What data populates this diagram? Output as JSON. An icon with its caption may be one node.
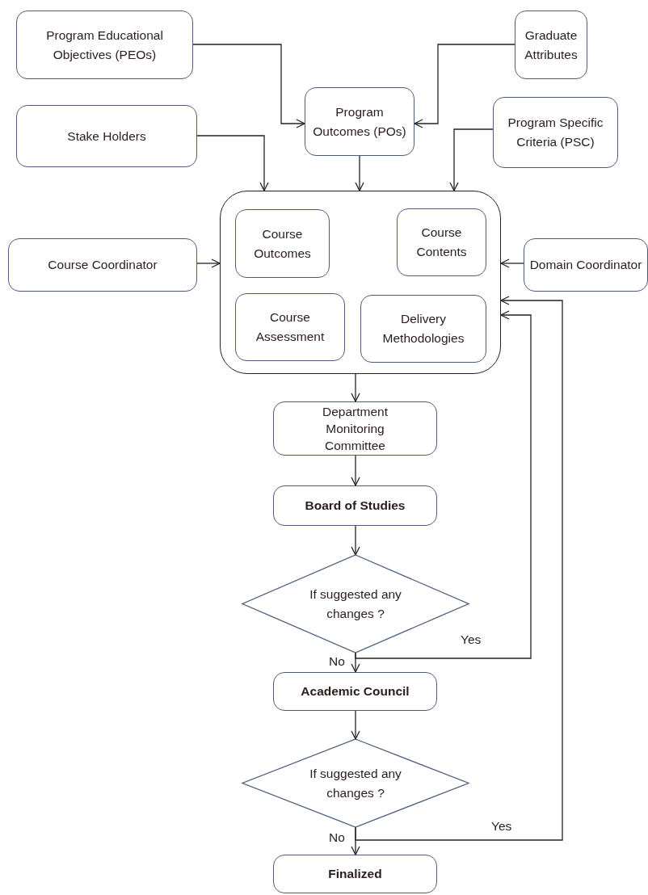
{
  "diagram": {
    "nodes": [
      {
        "text": [
          "Program Educational Objectives (PEOs)"
        ]
      },
      {
        "text": [
          "Graduate Attributes"
        ]
      },
      {
        "text": [
          "Program Outcomes (POs)"
        ]
      },
      {
        "text": [
          "Stake Holders"
        ]
      },
      {
        "text": [
          "Program Specific Criteria (PSC)"
        ]
      },
      {
        "text": [],
        "shape": "box"
      },
      {
        "text": [
          "Course Outcomes"
        ],
        "in": 5
      },
      {
        "text": [
          "Course Contents"
        ],
        "in": 5
      },
      {
        "text": [
          "Course Assessment"
        ],
        "in": 5
      },
      {
        "text": [
          "Delivery Methodologies"
        ],
        "in": 5
      },
      {
        "text": [
          "Course Coordinator"
        ]
      },
      {
        "text": [
          "Domain Coordinator"
        ]
      },
      {
        "text": [
          "Department Monitoring Committee"
        ]
      },
      {
        "text": [
          "Board of Studies"
        ]
      },
      {
        "text": [
          "If suggested any changes ?"
        ]
      },
      {
        "text": [
          "Academic Council"
        ]
      },
      {
        "text": [
          "If suggested any changes ?"
        ]
      },
      {
        "text": [
          "Finalized"
        ]
      }
    ],
    "edges": [
      {
        "from": 0,
        "to": 2,
        "arrow": "to"
      },
      {
        "from": 1,
        "to": 2,
        "arrow": "to"
      },
      {
        "from": 3,
        "to": 5,
        "arrow": "to"
      },
      {
        "from": 2,
        "to": 5,
        "arrow": "to"
      },
      {
        "from": 4,
        "to": 5,
        "arrow": "to"
      },
      {
        "from": 10,
        "to": 5,
        "arrow": "to"
      },
      {
        "from": 11,
        "to": 5,
        "arrow": "to"
      },
      {
        "from": 5,
        "to": 12,
        "arrow": "to"
      },
      {
        "from": 12,
        "to": 13,
        "arrow": "to"
      },
      {
        "from": 13,
        "to": 14,
        "arrow": "to"
      },
      {
        "from": 14,
        "to": 15,
        "arrow": "to",
        "label": "No"
      },
      {
        "from": 14,
        "to": 5,
        "arrow": "to",
        "label": "Yes"
      },
      {
        "from": 15,
        "to": 16,
        "arrow": "to"
      },
      {
        "from": 16,
        "to": 17,
        "arrow": "to",
        "label": "No"
      },
      {
        "from": 16,
        "to": 5,
        "arrow": "to",
        "label": "Yes"
      }
    ]
  }
}
